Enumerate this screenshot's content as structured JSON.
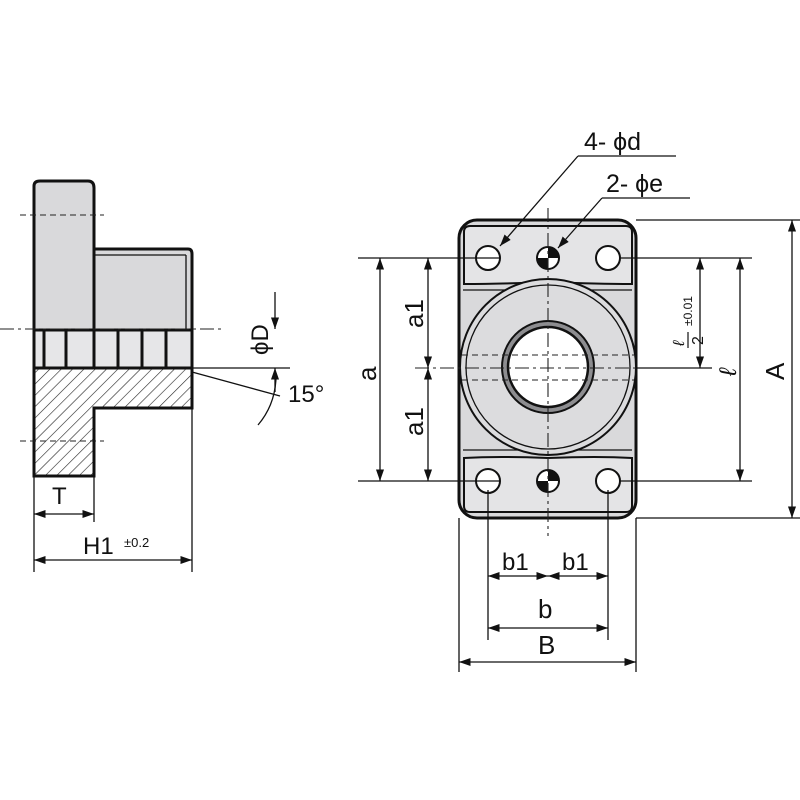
{
  "labels": {
    "hole_d": "4- ϕd",
    "hole_e": "2- ϕe",
    "phi_D": "ϕD",
    "angle": "15°",
    "T": "T",
    "H1": "H1",
    "H1_tol": "±0.2",
    "a": "a",
    "a1_top": "a1",
    "a1_bottom": "a1",
    "A": "A",
    "l": "ℓ",
    "l_half_num": "ℓ",
    "l_half_den": "2",
    "l_half_tol": "±0.01",
    "b1_left": "b1",
    "b1_right": "b1",
    "b": "b",
    "B": "B"
  }
}
